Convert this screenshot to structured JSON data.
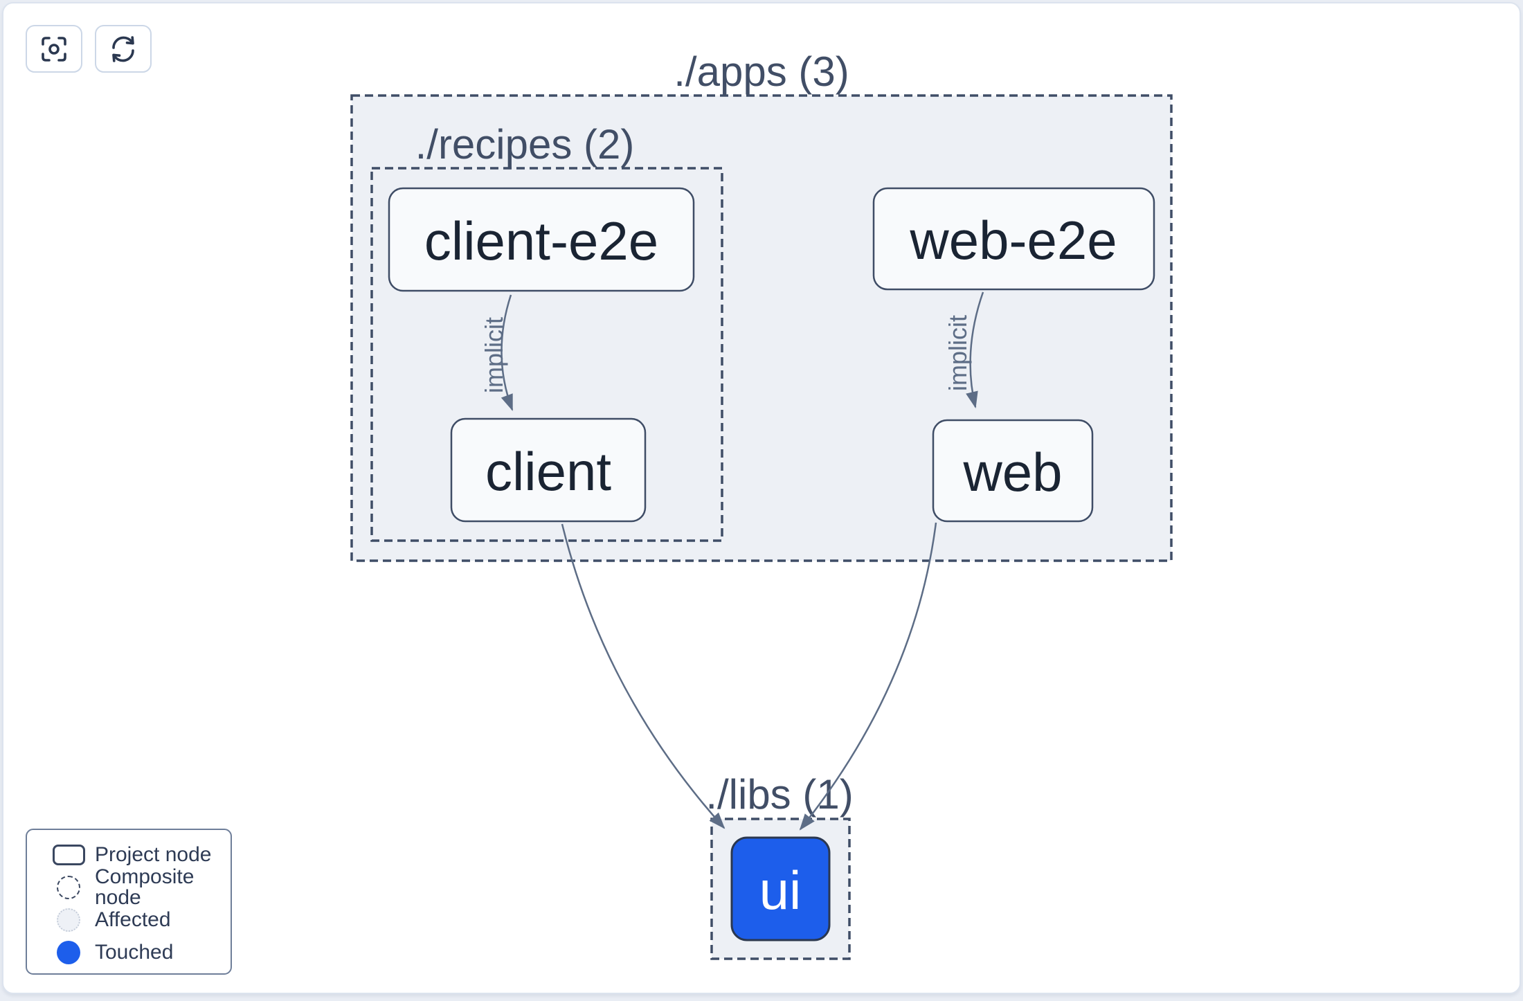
{
  "toolbar": {
    "buttons": [
      {
        "name": "focus",
        "icon": "focus-icon"
      },
      {
        "name": "refresh",
        "icon": "refresh-icon"
      }
    ]
  },
  "graph": {
    "groups": [
      {
        "id": "apps",
        "label": "./apps (3)",
        "count": 3
      },
      {
        "id": "recipes",
        "label": "./recipes (2)",
        "count": 2
      },
      {
        "id": "libs",
        "label": "./libs (1)",
        "count": 1
      }
    ],
    "nodes": [
      {
        "id": "client-e2e",
        "label": "client-e2e",
        "group": "recipes",
        "state": "default"
      },
      {
        "id": "web-e2e",
        "label": "web-e2e",
        "group": "apps",
        "state": "default"
      },
      {
        "id": "client",
        "label": "client",
        "group": "recipes",
        "state": "default"
      },
      {
        "id": "web",
        "label": "web",
        "group": "apps",
        "state": "default"
      },
      {
        "id": "ui",
        "label": "ui",
        "group": "libs",
        "state": "touched"
      }
    ],
    "edges": [
      {
        "from": "client-e2e",
        "to": "client",
        "label": "implicit",
        "type": "implicit"
      },
      {
        "from": "web-e2e",
        "to": "web",
        "label": "implicit",
        "type": "implicit"
      },
      {
        "from": "client",
        "to": "ui",
        "label": "",
        "type": "static"
      },
      {
        "from": "web",
        "to": "ui",
        "label": "",
        "type": "static"
      }
    ]
  },
  "legend": {
    "items": [
      {
        "label": "Project node",
        "swatch": "project-node"
      },
      {
        "label": "Composite node",
        "swatch": "composite-node"
      },
      {
        "label": "Affected",
        "swatch": "affected"
      },
      {
        "label": "Touched",
        "swatch": "touched"
      }
    ]
  },
  "colors": {
    "touched_blue": "#1d5eeb",
    "composite_fill": "#edf0f5",
    "dashed_border": "#3f4d66",
    "node_fill": "#f8fafc",
    "node_text": "#1a2433",
    "edge_stroke": "#5d6d86",
    "group_label_text": "#414e66",
    "affected_fill": "#eef1f6",
    "page_border": "#dce3ee"
  }
}
